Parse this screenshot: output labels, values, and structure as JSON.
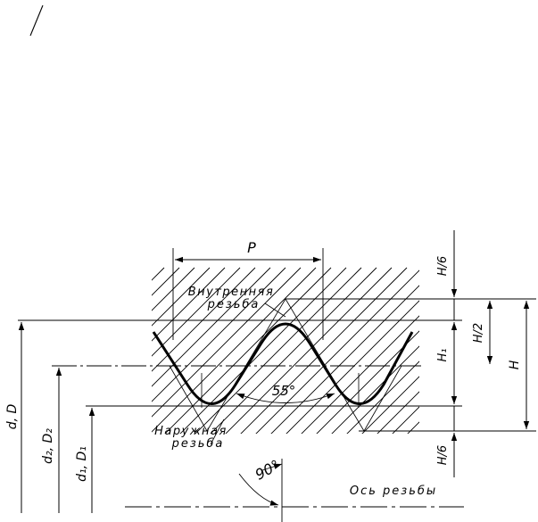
{
  "labels": {
    "pitch": "P",
    "internal_thread_1": "Внутренняя",
    "internal_thread_2": "резьба",
    "external_thread_1": "Наружная",
    "external_thread_2": "резьба",
    "angle_flank": "55°",
    "angle_right": "90°",
    "thread_axis": "Ось резьбы",
    "h6_top": "H/6",
    "h6_bottom": "H/6",
    "h_half": "H/2",
    "h1": "H₁",
    "h": "H",
    "dia_major": "d, D",
    "dia_pitch": "d₂, D₂",
    "dia_minor": "d₁, D₁"
  }
}
